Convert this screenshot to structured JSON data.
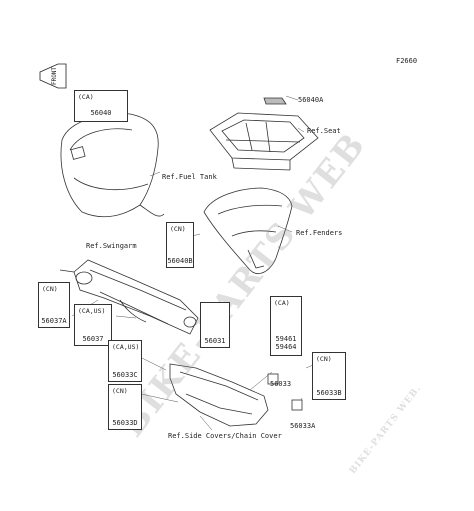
{
  "figure_code": "F2660",
  "front_label": "FRONT",
  "watermark_big": "BIKE-PARTS WEB",
  "watermark_small": "BIKE-PARTS WEB.",
  "refs": {
    "seat": "Ref.Seat",
    "fuel_tank": "Ref.Fuel Tank",
    "fenders": "Ref.Fenders",
    "swingarm": "Ref.Swingarm",
    "side_covers": "Ref.Side Covers/Chain Cover"
  },
  "parts": {
    "p56040": {
      "tag": "(CA)",
      "code": "56040"
    },
    "p56040A": {
      "code": "56040A"
    },
    "p56040B": {
      "tag": "(CN)",
      "code": "56040B"
    },
    "p56037A": {
      "tag": "(CN)",
      "code": "56037A"
    },
    "p56037": {
      "tag": "(CA,US)",
      "code": "56037"
    },
    "p56033C": {
      "tag": "(CA,US)",
      "code": "56033C"
    },
    "p56033D": {
      "tag": "(CN)",
      "code": "56033D"
    },
    "p56031": {
      "code": "56031"
    },
    "p59461": {
      "tag": "(CA)",
      "code1": "59461",
      "code2": "59464"
    },
    "p56033": {
      "code": "56033"
    },
    "p56033B": {
      "tag": "(CN)",
      "code": "56033B"
    },
    "p56033A": {
      "code": "56033A"
    }
  }
}
